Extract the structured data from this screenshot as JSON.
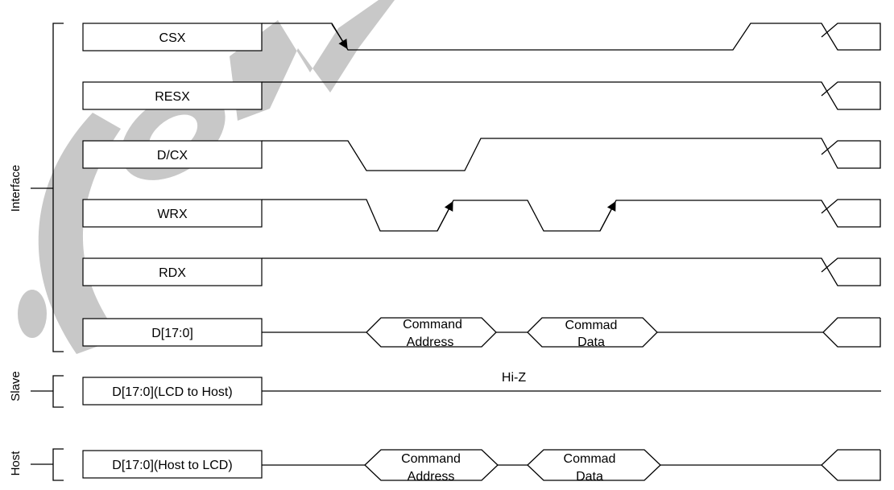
{
  "watermark": {
    "text": "Confidential",
    "color": "#c8c8c8"
  },
  "groups": {
    "interface": "Interface",
    "slave": "Slave",
    "host": "Host"
  },
  "signals": {
    "csx": "CSX",
    "resx": "RESX",
    "dcx": "D/CX",
    "wrx": "WRX",
    "rdx": "RDX",
    "data": "D[17:0]",
    "lcd_to_host": "D[17:0](LCD to Host)",
    "host_to_lcd": "D[17:0](Host to LCD)"
  },
  "bus_segments": {
    "command_address": [
      "Command",
      "Address"
    ],
    "command_data": [
      "Commad",
      "Data"
    ],
    "hi_z": "Hi-Z"
  }
}
